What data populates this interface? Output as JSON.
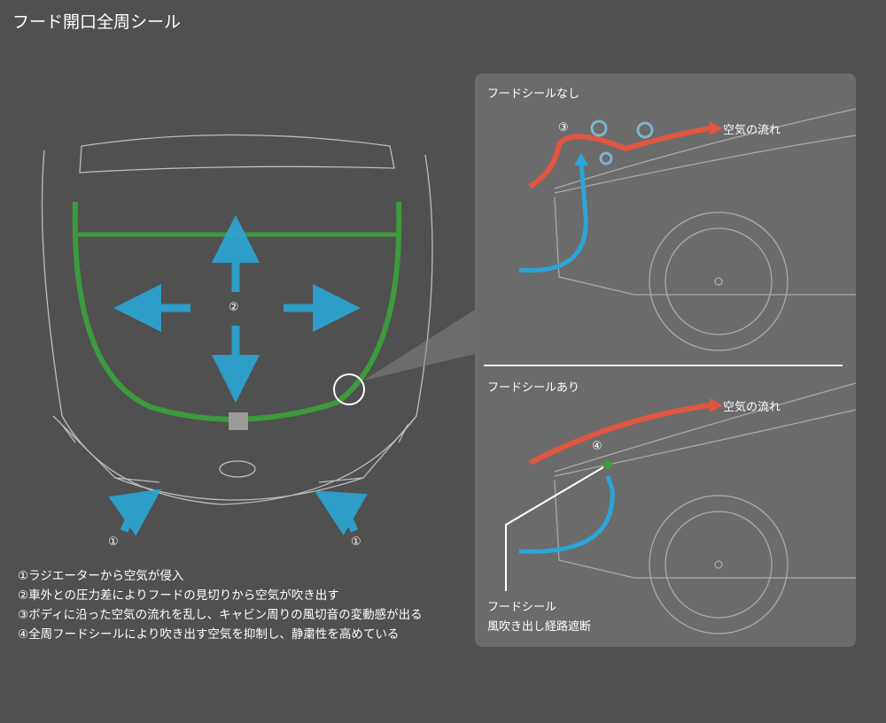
{
  "title": "フード開口全周シール",
  "notes": [
    "①ラジエーターから空気が侵入",
    "②車外との圧力差によりフードの見切りから空気が吹き出す",
    "③ボディに沿った空気の流れを乱し、キャビン周りの風切音の変動感が出る",
    "④全周フードシールにより吹き出す空気を抑制し、静粛性を高めている"
  ],
  "front": {
    "mark2": "②",
    "mark1_left": "①",
    "mark1_right": "①"
  },
  "top_panel": {
    "heading": "フードシールなし",
    "mark": "③",
    "flow_label": "空気の流れ"
  },
  "bottom_panel": {
    "heading": "フードシールあり",
    "mark": "④",
    "flow_label": "空気の流れ",
    "seal_label": "フードシール",
    "seal_desc": "風吹き出し経路遮断"
  },
  "colors": {
    "background": "#505050",
    "panel": "#6b6b6b",
    "seal": "#3d9a3d",
    "inflow": "#2ba6d6",
    "airflow": "#e0553f"
  }
}
